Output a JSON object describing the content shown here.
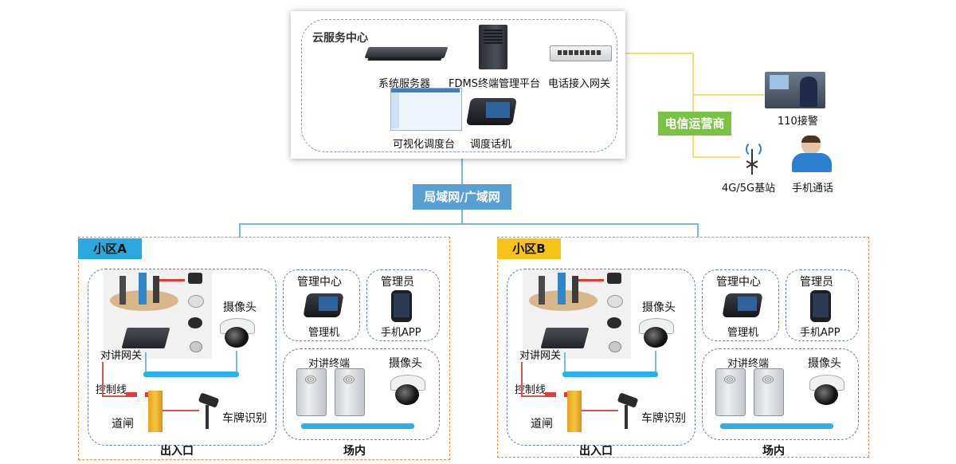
{
  "cloud": {
    "title": "云服务中心",
    "devices": {
      "system_server": "系统服务器",
      "fdms": "FDMS终端管理平台",
      "phone_gateway": "电话接入网关",
      "dispatch_console": "可视化调度台",
      "dispatch_phone": "调度话机"
    }
  },
  "network": {
    "label": "局域网/广域网"
  },
  "telecom": {
    "label": "电信运营商",
    "police": "110接警",
    "base_station": "4G/5G基站",
    "mobile_call": "手机通话"
  },
  "zones": [
    {
      "name": "小区A",
      "intercom_gateway": "对讲网关",
      "camera_entrance": "摄像头",
      "control_line": "控制线",
      "barrier_gate": "道闸",
      "plate_recognition": "车牌识别",
      "entrance_exit": "出入口",
      "management_center": "管理中心",
      "management_phone": "管理机",
      "administrator": "管理员",
      "mobile_app": "手机APP",
      "intercom_terminal": "对讲终端",
      "camera_inside": "摄像头",
      "inside": "场内"
    },
    {
      "name": "小区B",
      "intercom_gateway": "对讲网关",
      "camera_entrance": "摄像头",
      "control_line": "控制线",
      "barrier_gate": "道闸",
      "plate_recognition": "车牌识别",
      "entrance_exit": "出入口",
      "management_center": "管理中心",
      "management_phone": "管理机",
      "administrator": "管理员",
      "mobile_app": "手机APP",
      "intercom_terminal": "对讲终端",
      "camera_inside": "摄像头",
      "inside": "场内"
    }
  ],
  "colors": {
    "network_blue": "#5a9fd4",
    "telecom_green": "#7cc143",
    "zone_a": "#2aa8e0",
    "zone_b": "#f7c21a",
    "zone_border": "#f08a3c",
    "bus_bar": "#2ab0e8"
  }
}
